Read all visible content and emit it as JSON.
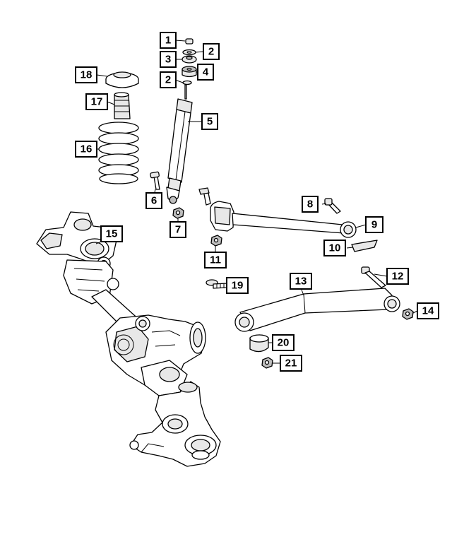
{
  "callouts": [
    {
      "id": "c1",
      "label": "1"
    },
    {
      "id": "c2a",
      "label": "2"
    },
    {
      "id": "c3",
      "label": "3"
    },
    {
      "id": "c4",
      "label": "4"
    },
    {
      "id": "c2b",
      "label": "2"
    },
    {
      "id": "c5",
      "label": "5"
    },
    {
      "id": "c6",
      "label": "6"
    },
    {
      "id": "c7",
      "label": "7"
    },
    {
      "id": "c8",
      "label": "8"
    },
    {
      "id": "c9",
      "label": "9"
    },
    {
      "id": "c10",
      "label": "10"
    },
    {
      "id": "c11",
      "label": "11"
    },
    {
      "id": "c12",
      "label": "12"
    },
    {
      "id": "c13",
      "label": "13"
    },
    {
      "id": "c14",
      "label": "14"
    },
    {
      "id": "c15",
      "label": "15"
    },
    {
      "id": "c16",
      "label": "16"
    },
    {
      "id": "c17",
      "label": "17"
    },
    {
      "id": "c18",
      "label": "18"
    },
    {
      "id": "c19",
      "label": "19"
    },
    {
      "id": "c20",
      "label": "20"
    },
    {
      "id": "c21",
      "label": "21"
    }
  ]
}
